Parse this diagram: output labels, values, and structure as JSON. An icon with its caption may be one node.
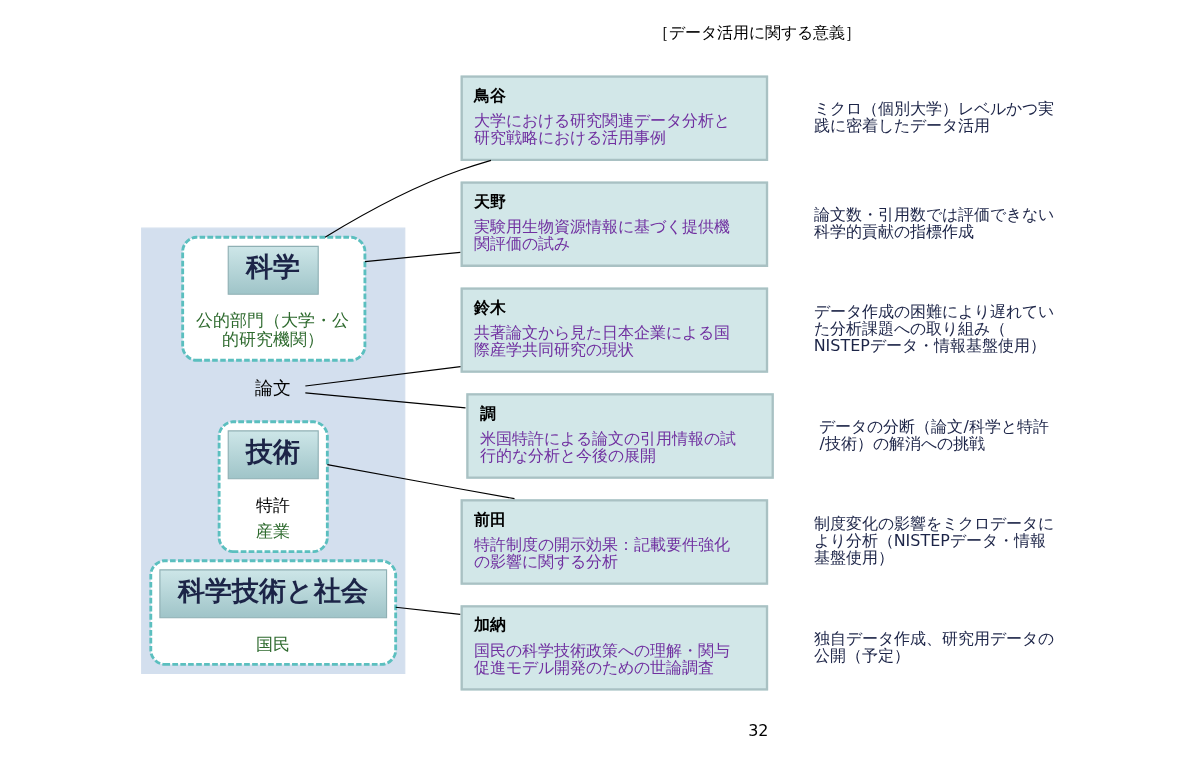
{
  "diagram": {
    "nodes": [
      {
        "text": [],
        "shape": "box"
      },
      {
        "text": [
          "公的部門（大学・公的研究機関）"
        ],
        "in": 0
      },
      {
        "text": [
          "科学"
        ],
        "in": 1
      },
      {
        "text": [
          "論文"
        ],
        "in": 0
      },
      {
        "text": [
          "特許",
          "産業"
        ],
        "in": 0
      },
      {
        "text": [
          "技術"
        ],
        "in": 4
      },
      {
        "text": [
          "国民"
        ],
        "in": 0
      },
      {
        "text": [
          "科学技術と社会"
        ],
        "in": 6
      },
      {
        "text": [
          "鳥谷",
          "大学における研究関連データ分析と研究戦略における活用事例"
        ],
        "beside": [
          "ミクロ（個別大学）レベルかつ実践に密着したデータ活用"
        ]
      },
      {
        "text": [
          "天野",
          "実験用生物資源情報に基づく提供機関評価の試み"
        ],
        "beside": [
          "論文数・引用数では評価できない科学的貢献の指標作成"
        ]
      },
      {
        "text": [
          "鈴木",
          "共著論文から見た日本企業による国際産学共同研究の現状"
        ],
        "beside": [
          "データ作成の困難により遅れていた分析課題への取り組み（NISTEPデータ・情報基盤使用）"
        ]
      },
      {
        "text": [
          "調",
          "米国特許による論文の引用情報の試行的な分析と今後の展開"
        ],
        "beside": [
          "データの分断（論文/科学と特許/技術）の解消への挑戦"
        ]
      },
      {
        "text": [
          "前田",
          "特許制度の開示効果：記載要件強化の影響に関する分析"
        ],
        "beside": [
          "制度変化の影響をミクロデータにより分析（NISTEPデータ・情報基盤使用）"
        ]
      },
      {
        "text": [
          "加納",
          "国民の科学技術政策への理解・関与促進モデル開発のための世論調査"
        ],
        "beside": [
          "独自データ作成、研究用データの公開（予定）"
        ]
      }
    ],
    "edges": [
      {
        "from": 1,
        "to": 8,
        "arrow": "none"
      },
      {
        "from": 1,
        "to": 9,
        "arrow": "none"
      },
      {
        "from": 3,
        "to": 10,
        "arrow": "none"
      },
      {
        "from": 3,
        "to": 11,
        "arrow": "none"
      },
      {
        "from": 4,
        "to": 12,
        "arrow": "none"
      },
      {
        "from": 6,
        "to": 13,
        "arrow": "none"
      }
    ],
    "labels": [
      "［データ活用に関する意義］",
      "32"
    ]
  }
}
